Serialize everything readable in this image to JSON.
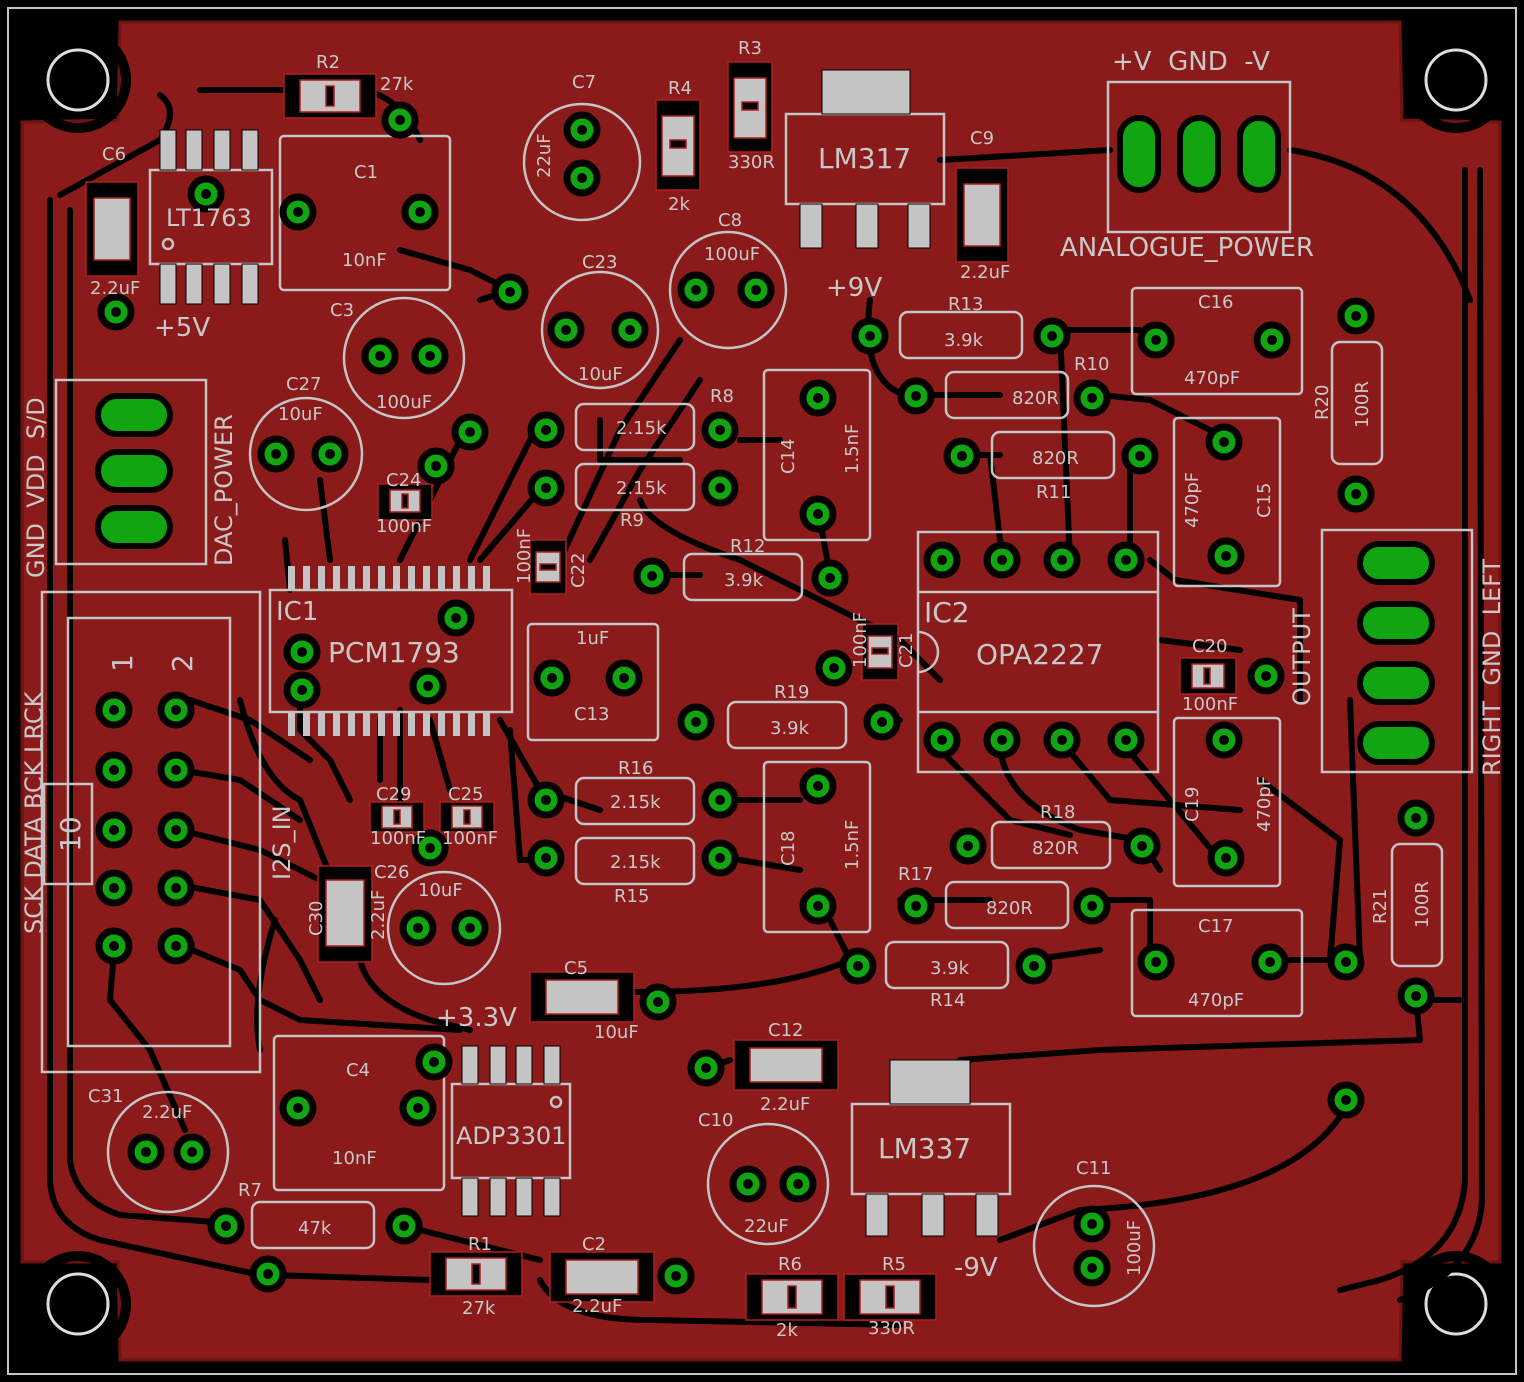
{
  "colors": {
    "background": "#000000",
    "board": "#8b1a1a",
    "copper_edge": "#6e1212",
    "pad": "#11a511",
    "silkscreen": "#c8c8c8",
    "smd_body": "#c8c8c8"
  },
  "connectors": {
    "analogue_power": {
      "name": "ANALOGUE_POWER",
      "pins": "+V  GND  -V"
    },
    "dac_power": {
      "name": "DAC_POWER",
      "pins": "GND  VDD  S/D"
    },
    "output": {
      "name": "OUTPUT",
      "pins": "RIGHT  GND  LEFT"
    },
    "i2s": {
      "name": "I2S_IN",
      "pins": "SCK DATA BCK LRCK",
      "pin1": "1",
      "pin2": "2",
      "pin10": "10"
    }
  },
  "rails": {
    "plus5": "+5V",
    "plus9": "+9V",
    "plus3_3": "+3.3V",
    "minus9": "-9V"
  },
  "ics": [
    {
      "ref": "IC1",
      "value": "PCM1793"
    },
    {
      "ref": "IC2",
      "value": "OPA2227"
    },
    {
      "ref": "",
      "value": "LT1763"
    },
    {
      "ref": "",
      "value": "ADP3301"
    },
    {
      "ref": "",
      "value": "LM317"
    },
    {
      "ref": "",
      "value": "LM337"
    }
  ],
  "parts": [
    {
      "ref": "R2",
      "value": "27k"
    },
    {
      "ref": "R1",
      "value": "27k"
    },
    {
      "ref": "R3",
      "value": "330R"
    },
    {
      "ref": "R4",
      "value": "2k"
    },
    {
      "ref": "R5",
      "value": "330R"
    },
    {
      "ref": "R6",
      "value": "2k"
    },
    {
      "ref": "R7",
      "value": "47k"
    },
    {
      "ref": "R8",
      "value": "2.15k"
    },
    {
      "ref": "R9",
      "value": "2.15k"
    },
    {
      "ref": "R10",
      "value": "820R"
    },
    {
      "ref": "R11",
      "value": "820R"
    },
    {
      "ref": "R12",
      "value": "3.9k"
    },
    {
      "ref": "R13",
      "value": "3.9k"
    },
    {
      "ref": "R14",
      "value": "3.9k"
    },
    {
      "ref": "R15",
      "value": "2.15k"
    },
    {
      "ref": "R16",
      "value": "2.15k"
    },
    {
      "ref": "R17",
      "value": "820R"
    },
    {
      "ref": "R18",
      "value": "820R"
    },
    {
      "ref": "R19",
      "value": "3.9k"
    },
    {
      "ref": "R20",
      "value": "100R"
    },
    {
      "ref": "R21",
      "value": "100R"
    },
    {
      "ref": "C1",
      "value": "10nF"
    },
    {
      "ref": "C2",
      "value": "2.2uF"
    },
    {
      "ref": "C3",
      "value": "100uF"
    },
    {
      "ref": "C4",
      "value": "10nF"
    },
    {
      "ref": "C5",
      "value": "10uF"
    },
    {
      "ref": "C6",
      "value": "2.2uF"
    },
    {
      "ref": "C7",
      "value": "22uF"
    },
    {
      "ref": "C8",
      "value": "100uF"
    },
    {
      "ref": "C9",
      "value": "2.2uF"
    },
    {
      "ref": "C10",
      "value": "22uF"
    },
    {
      "ref": "C11",
      "value": "100uF"
    },
    {
      "ref": "C12",
      "value": "2.2uF"
    },
    {
      "ref": "C13",
      "value": "1uF"
    },
    {
      "ref": "C14",
      "value": "1.5nF"
    },
    {
      "ref": "C15",
      "value": "470pF"
    },
    {
      "ref": "C16",
      "value": "470pF"
    },
    {
      "ref": "C17",
      "value": "470pF"
    },
    {
      "ref": "C18",
      "value": "1.5nF"
    },
    {
      "ref": "C19",
      "value": "470pF"
    },
    {
      "ref": "C20",
      "value": "100nF"
    },
    {
      "ref": "C21",
      "value": "100nF"
    },
    {
      "ref": "C22",
      "value": "100nF"
    },
    {
      "ref": "C23",
      "value": "10uF"
    },
    {
      "ref": "C24",
      "value": "100nF"
    },
    {
      "ref": "C25",
      "value": "100nF"
    },
    {
      "ref": "C26",
      "value": "10uF"
    },
    {
      "ref": "C27",
      "value": "10uF"
    },
    {
      "ref": "C29",
      "value": "100nF"
    },
    {
      "ref": "C30",
      "value": "2.2uF"
    },
    {
      "ref": "C31",
      "value": "2.2uF"
    }
  ]
}
